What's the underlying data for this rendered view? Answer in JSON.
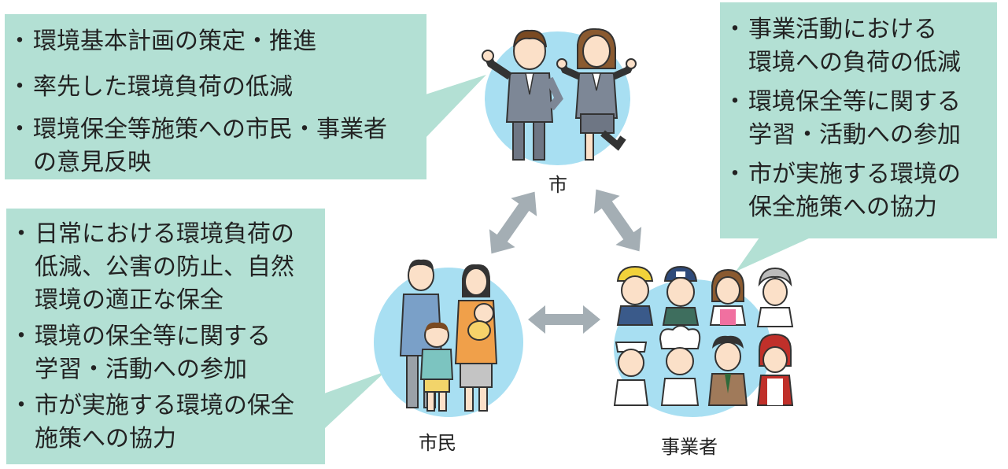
{
  "city": {
    "label": "市",
    "items": [
      {
        "lines": [
          "環境基本計画の策定・推進"
        ]
      },
      {
        "lines": [
          "率先した環境負荷の低減"
        ]
      },
      {
        "lines": [
          "環境保全等施策への市民・事業者",
          "の意見反映"
        ]
      }
    ]
  },
  "business": {
    "label": "事業者",
    "items": [
      {
        "lines": [
          "事業活動における",
          "環境への負荷の低減"
        ]
      },
      {
        "lines": [
          "環境保全等に関する",
          "学習・活動への参加"
        ]
      },
      {
        "lines": [
          "市が実施する環境の",
          "保全施策への協力"
        ]
      }
    ]
  },
  "citizen": {
    "label": "市民",
    "items": [
      {
        "lines": [
          "日常における環境負荷の",
          "低減、公害の防止、自然",
          "環境の適正な保全"
        ]
      },
      {
        "lines": [
          "環境の保全等に関する",
          "学習・活動への参加"
        ]
      },
      {
        "lines": [
          "市が実施する環境の保全",
          "施策への協力"
        ]
      }
    ]
  },
  "bullet": "・",
  "colors": {
    "box": "#b3e0d4",
    "circle": "#a8dff2",
    "arrow": "#a4aeb4"
  }
}
